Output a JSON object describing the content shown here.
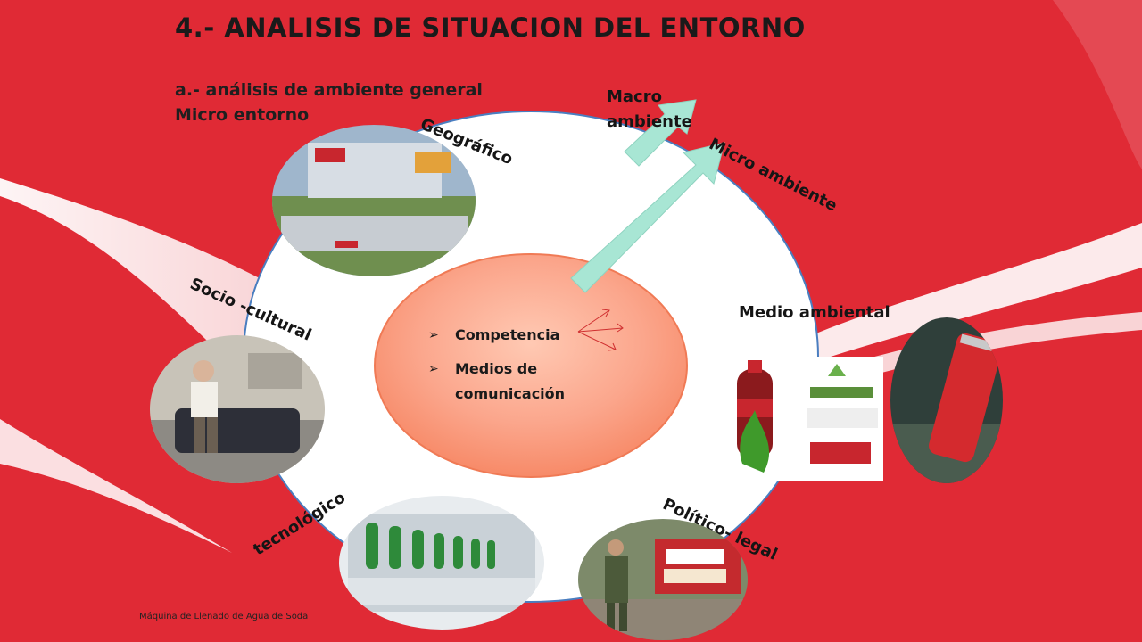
{
  "title": "4.- ANALISIS DE SITUACION DEL ENTORNO",
  "subtitle_line1": "a.- análisis de ambiente general",
  "subtitle_line2": "Micro entorno",
  "labels": {
    "macro_line1": "Macro",
    "macro_line2": "ambiente",
    "micro": "Micro ambiente",
    "geografico": "Geográfico",
    "socio": "Socio -cultural",
    "medio": "Medio ambiental",
    "tecnologico": "tecnológico",
    "politico": "Político- legal"
  },
  "center_bullets": {
    "marker": "➢",
    "item1": "Competencia",
    "item2_line1": "Medios de",
    "item2_line2": "comunicación"
  },
  "caption": "Máquina de Llenado de Agua de Soda",
  "colors": {
    "background_red": "#e02a35",
    "ring_fill": "#ffffff",
    "ring_stroke": "#4a7ec0",
    "center_fill": "#f8a086",
    "arrow": "#a8e6d4"
  }
}
